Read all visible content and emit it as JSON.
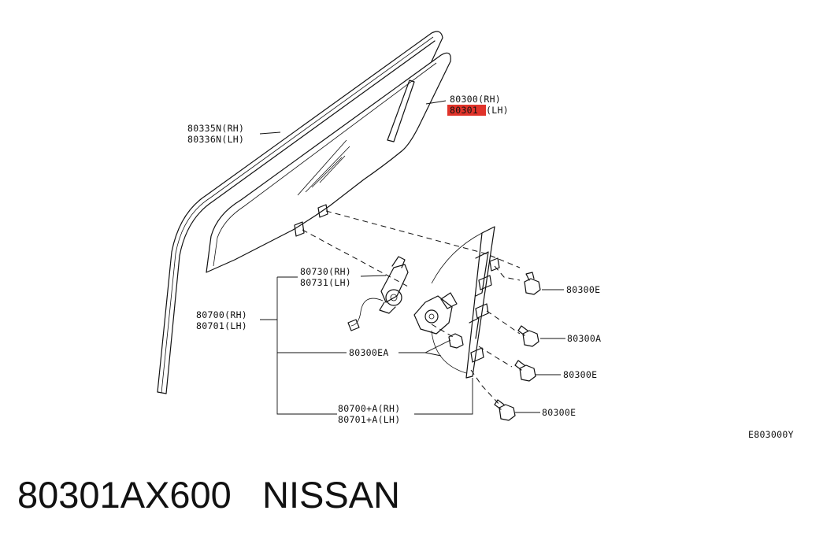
{
  "diagram": {
    "labels": {
      "window_glass_rh": "80300(RH)",
      "window_glass_lh_highlight": "80301",
      "window_glass_lh_suffix": "(LH)",
      "glass_run_rh": "80335N(RH)",
      "glass_run_lh": "80336N(LH)",
      "motor_rh": "80730(RH)",
      "motor_lh": "80731(LH)",
      "regulator_rh": "80700(RH)",
      "regulator_lh": "80701(LH)",
      "bolt_ea": "80300EA",
      "regulator_assy_rh": "80700+A(RH)",
      "regulator_assy_lh": "80701+A(LH)",
      "bolt_e1": "80300E",
      "bolt_a": "80300A",
      "bolt_e2": "80300E",
      "bolt_e3": "80300E",
      "diagram_code": "E803000Y"
    },
    "highlight_color": "#e0332a"
  },
  "footer": {
    "part_number": "80301AX600",
    "brand": "NISSAN"
  }
}
